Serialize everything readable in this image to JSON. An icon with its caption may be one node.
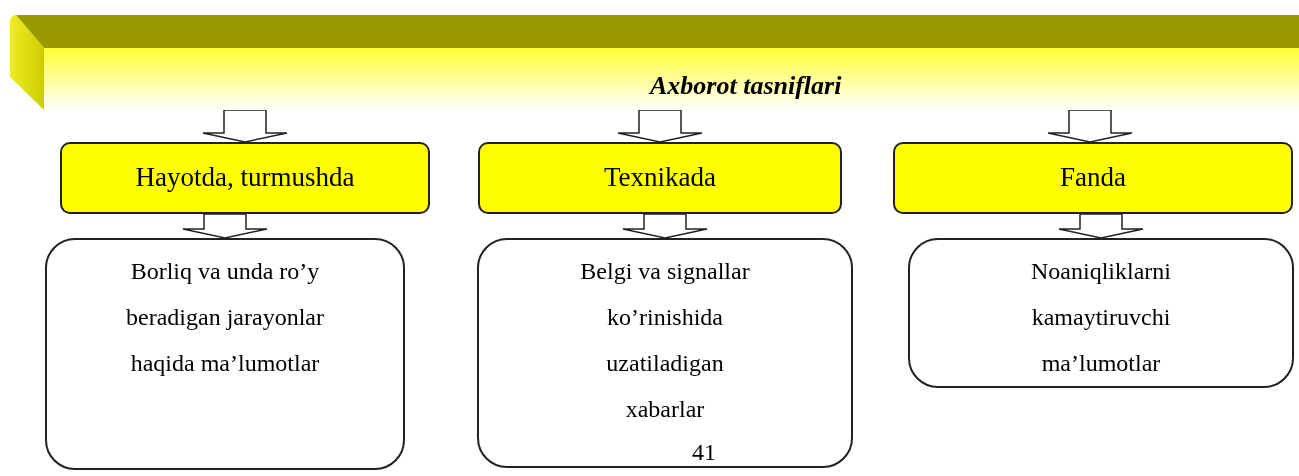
{
  "diagram": {
    "nodes": [
      {
        "text": [
          "Axborot tasniflari"
        ]
      },
      {
        "text": [
          "Hayotda, turmushda"
        ]
      },
      {
        "text": [
          "Texnikada"
        ]
      },
      {
        "text": [
          "Fanda"
        ]
      },
      {
        "text": [
          "Borliq va unda ro’y beradigan jarayonlar haqida ma’lumotlar"
        ]
      },
      {
        "text": [
          "Belgi va signallar ko’rinishida uzatiladigan xabarlar"
        ]
      },
      {
        "text": [
          "Noaniqliklarni kamaytiruvchi ma’lumotlar"
        ]
      }
    ],
    "edges": [
      {
        "from": 0,
        "to": 1,
        "arrow": "to"
      },
      {
        "from": 0,
        "to": 2,
        "arrow": "to"
      },
      {
        "from": 0,
        "to": 3,
        "arrow": "to"
      },
      {
        "from": 1,
        "to": 4,
        "arrow": "to"
      },
      {
        "from": 2,
        "to": 5,
        "arrow": "to"
      },
      {
        "from": 3,
        "to": 6,
        "arrow": "to"
      }
    ],
    "labels": [
      "41"
    ]
  }
}
